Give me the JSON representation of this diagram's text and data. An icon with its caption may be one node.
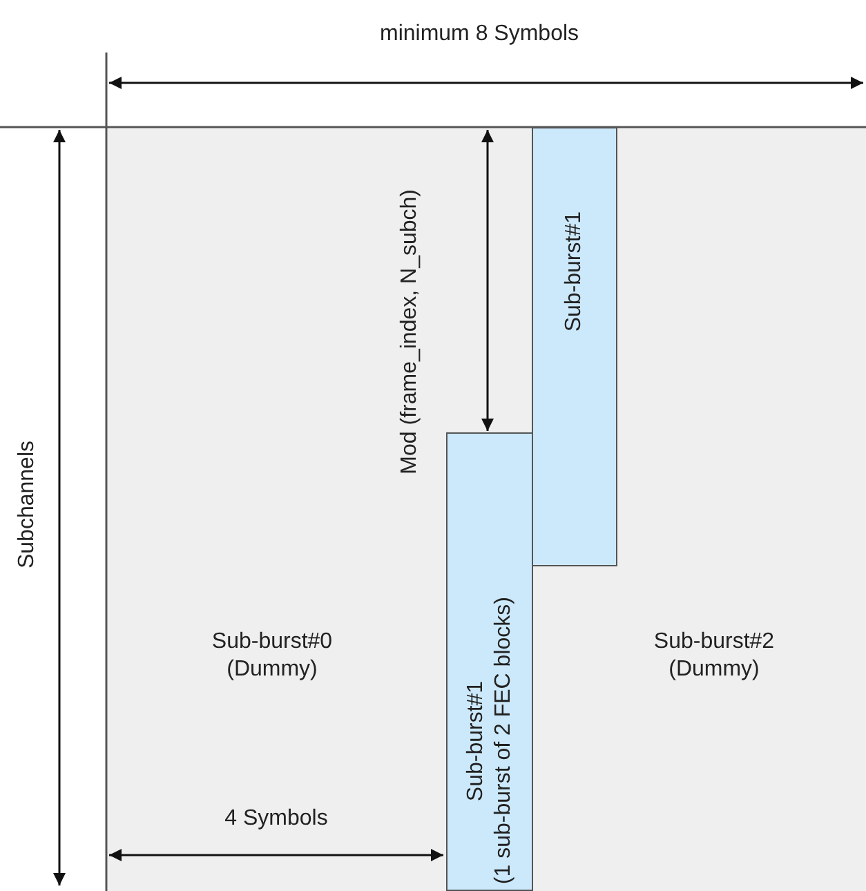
{
  "diagram": {
    "nodes": [
      {
        "text": [
          "Sub-burst#1"
        ]
      },
      {
        "text": [
          "Sub-burst#1",
          "(1 sub-burst of 2 FEC blocks)"
        ]
      }
    ],
    "labels": [
      "minimum 8 Symbols",
      "Subchannels",
      "Mod (frame_index, N_subch)",
      "Sub-burst#0 (Dummy)",
      "Sub-burst#2 (Dummy)",
      "4 Symbols"
    ]
  }
}
